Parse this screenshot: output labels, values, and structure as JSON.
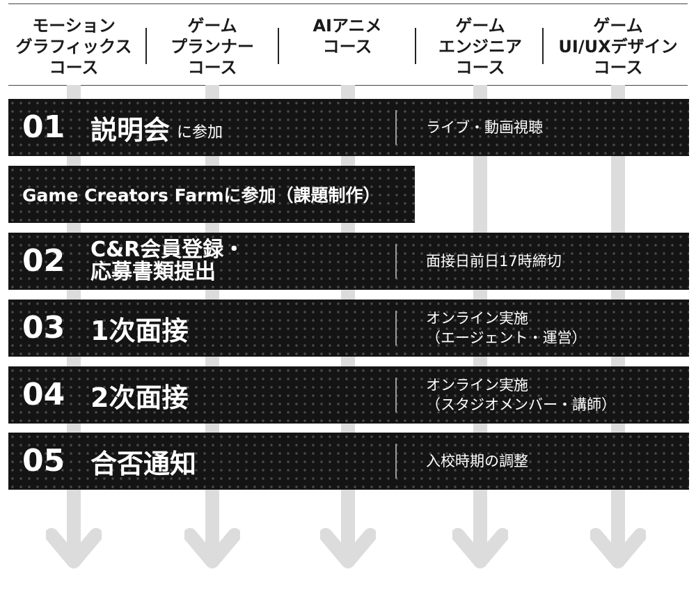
{
  "courses": [
    {
      "label": "モーション\nグラフィックス\nコース"
    },
    {
      "label": "ゲーム\nプランナー\nコース"
    },
    {
      "label": "AIアニメ\nコース"
    },
    {
      "label": "ゲーム\nエンジニア\nコース"
    },
    {
      "label": "ゲーム\nUI/UXデザイン\nコース"
    }
  ],
  "steps": [
    {
      "number": "01",
      "title": "説明会",
      "suffix": "に参加",
      "description": "ライブ・動画視聴"
    },
    {
      "number": "02",
      "title": "C&R会員登録・\n応募書類提出",
      "description": "面接日前日17時締切"
    },
    {
      "number": "03",
      "title": "1次面接",
      "description": "オンライン実施\n（エージェント・運営）"
    },
    {
      "number": "04",
      "title": "2次面接",
      "description": "オンライン実施\n（スタジオメンバー・講師）"
    },
    {
      "number": "05",
      "title": "合否通知",
      "description": "入校時期の調整"
    }
  ],
  "farm": {
    "label": "Game Creators Farmに参加（課題制作）"
  },
  "colors": {
    "bar": "#141414",
    "dot": "#4a4a4a",
    "arrow": "#dcdcdc",
    "text_dark": "#1a1a1a",
    "text_light": "#ffffff"
  },
  "icons": [
    "down-arrow-icon"
  ]
}
